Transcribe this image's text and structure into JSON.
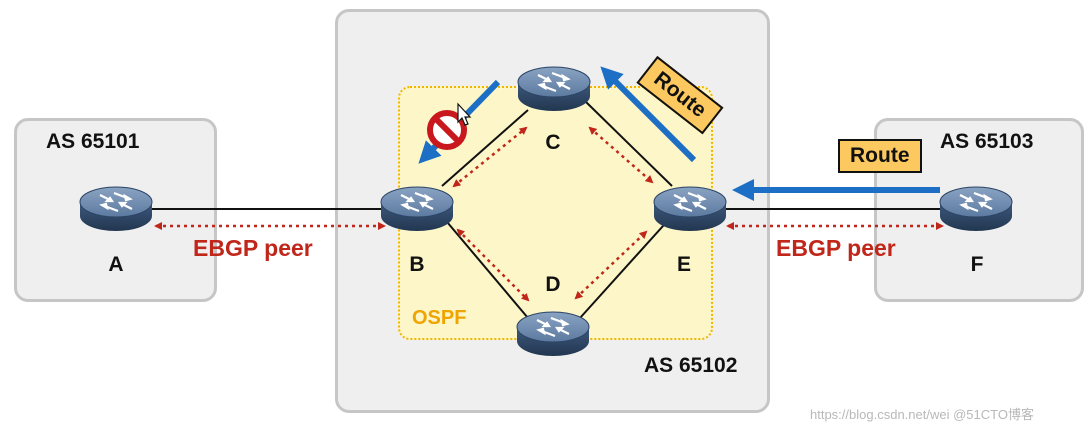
{
  "autonomous_systems": {
    "left": "AS 65101",
    "middle": "AS 65102",
    "right": "AS 65103"
  },
  "area": {
    "label": "OSPF"
  },
  "routers": {
    "a": "A",
    "b": "B",
    "c": "C",
    "d": "D",
    "e": "E",
    "f": "F"
  },
  "peers": {
    "left": "EBGP peer",
    "right": "EBGP peer"
  },
  "route_tags": {
    "upper": "Route",
    "right": "Route"
  },
  "colors": {
    "route_arrow": "#1c6fc4",
    "peer_link": "#c0261a",
    "blocked": "#c8181e",
    "router_body": "#3e5a7e"
  },
  "watermark": "https://blog.csdn.net/wei  @51CTO博客"
}
